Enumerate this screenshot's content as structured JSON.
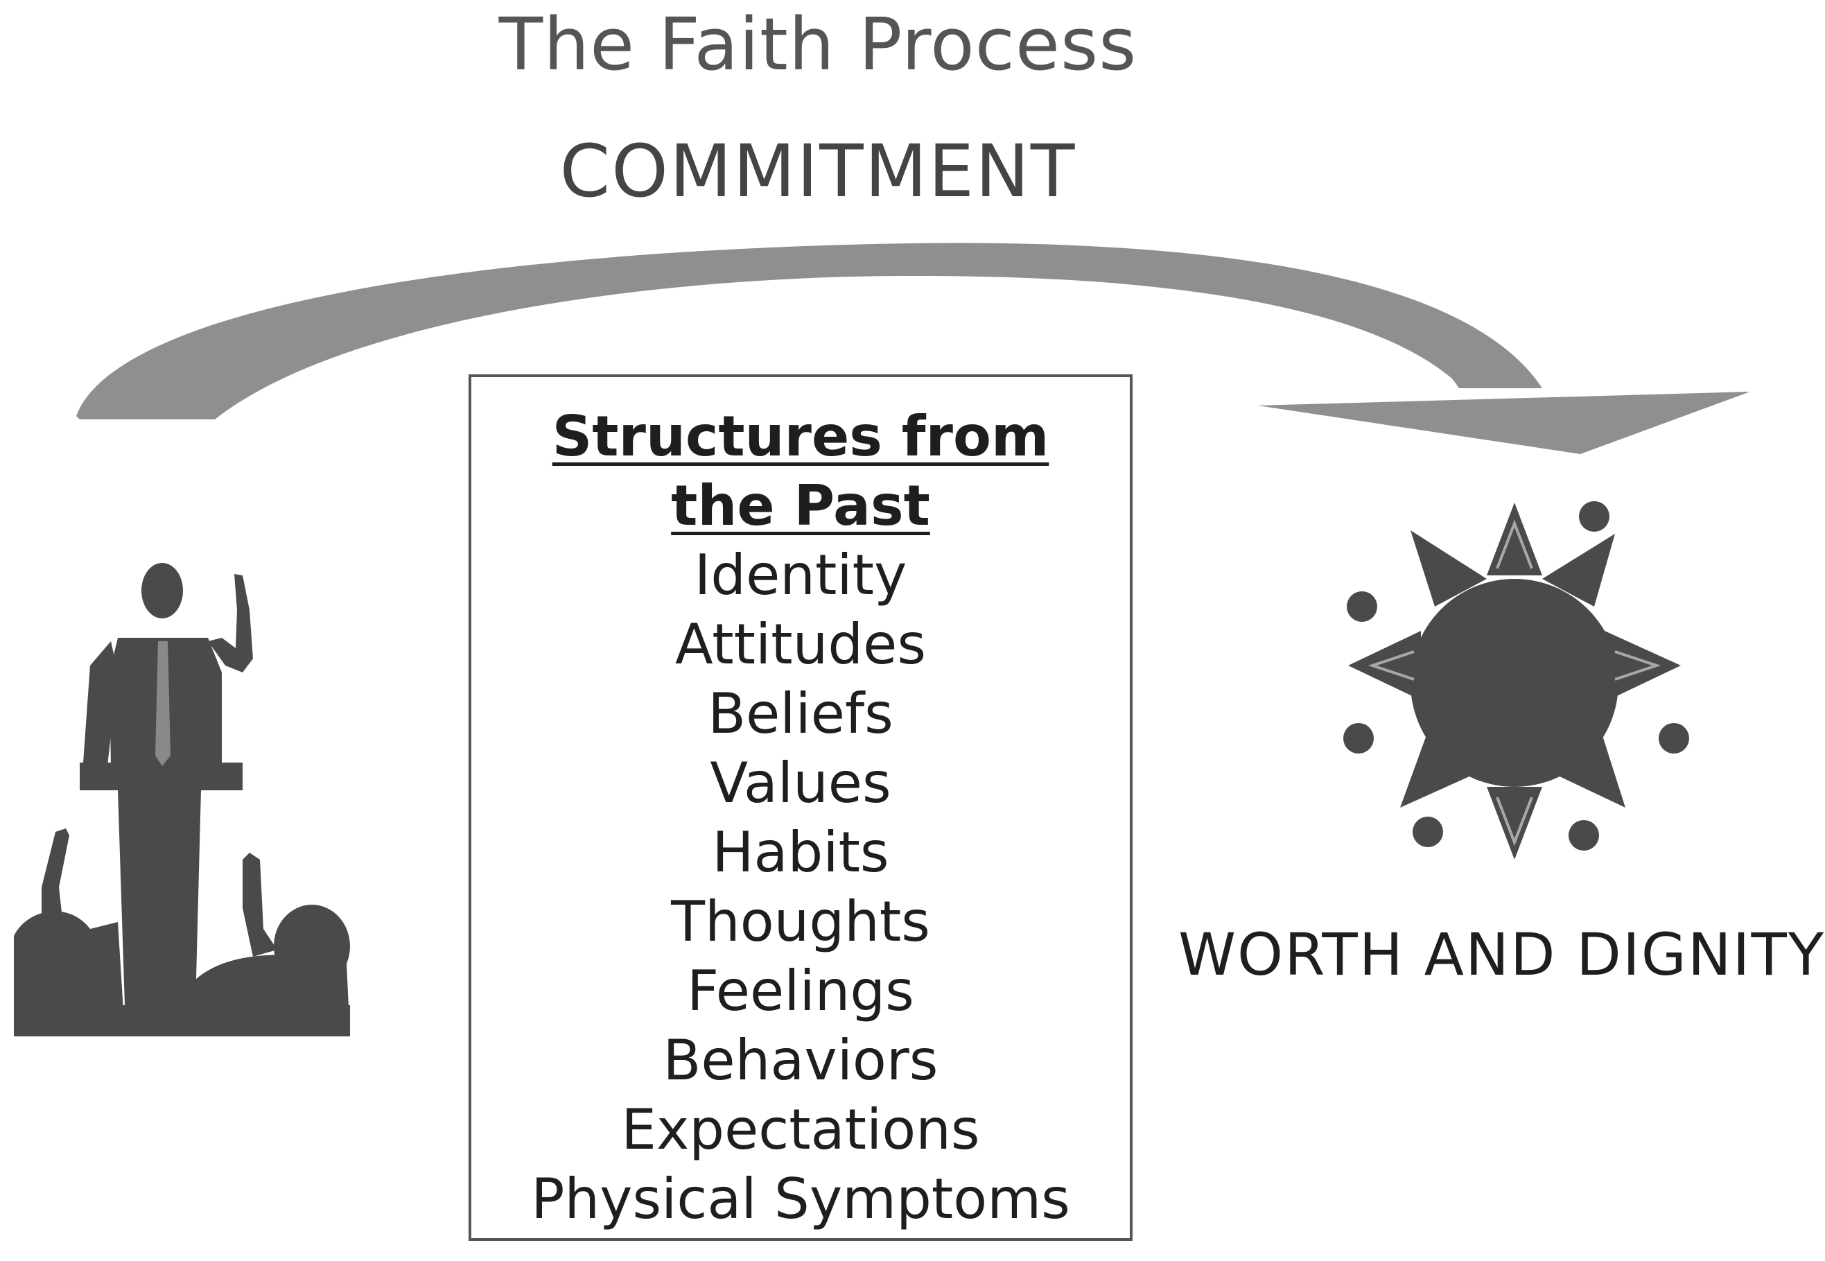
{
  "title": "The Faith Process",
  "subtitle": "COMMITMENT",
  "box": {
    "heading": "Structures from the Past",
    "items": [
      "Identity",
      "Attitudes",
      "Beliefs",
      "Values",
      "Habits",
      "Thoughts",
      "Feelings",
      "Behaviors",
      "Expectations",
      "Physical Symptoms"
    ]
  },
  "right_label": "WORTH AND DIGNITY",
  "icons": {
    "left": "speaker-at-podium-icon",
    "right": "sun-icon",
    "connector": "curved-arrow"
  },
  "colors": {
    "arrow": "#8f8f8f",
    "figure": "#4a4a4a",
    "text": "#1e1e1e"
  }
}
